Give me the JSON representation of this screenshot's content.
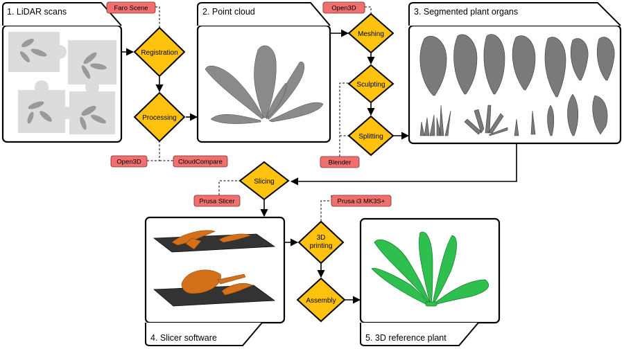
{
  "panels": {
    "lidar": {
      "title": "1. LiDAR scans"
    },
    "cloud": {
      "title": "2. Point cloud"
    },
    "organs": {
      "title": "3. Segmented plant organs"
    },
    "slicer": {
      "title": "4. Slicer software"
    },
    "reference": {
      "title": "5. 3D reference plant"
    }
  },
  "steps": {
    "registration": "Registration",
    "processing": "Processing",
    "meshing": "Meshing",
    "sculpting": "Sculpting",
    "splitting": "Splitting",
    "slicing": "Slicing",
    "printing_line1": "3D",
    "printing_line2": "printing",
    "assembly": "Assembly"
  },
  "tools": {
    "faro": "Faro Scene",
    "open3d_a": "Open3D",
    "cloudcompare": "CloudCompare",
    "open3d_b": "Open3D",
    "blender": "Blender",
    "prusa_slicer": "Prusa Slicer",
    "prusa_printer": "Prusa i3 MK3S+"
  },
  "colors": {
    "step_fill": "#FFC20E",
    "tool_fill": "#F07070",
    "print_orange": "#D4701A",
    "plant_green": "#2FBF4F"
  }
}
